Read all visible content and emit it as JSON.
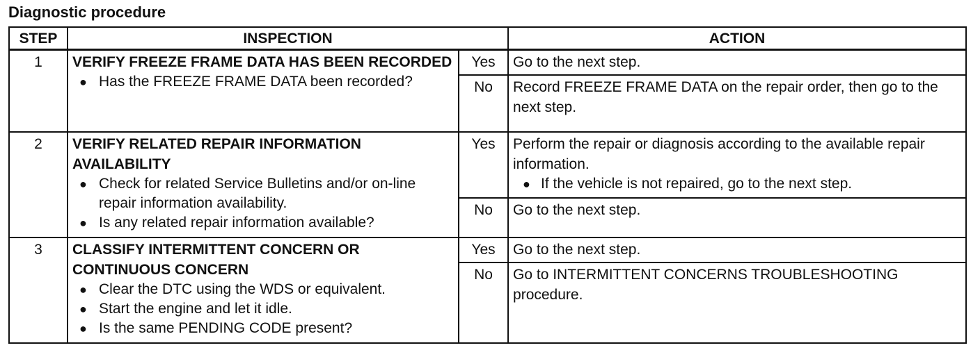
{
  "heading": "Diagnostic procedure",
  "columns": {
    "step": "STEP",
    "inspection": "INSPECTION",
    "action": "ACTION"
  },
  "steps": [
    {
      "number": "1",
      "title": "VERIFY FREEZE FRAME DATA HAS BEEN RECORDED",
      "bullets": [
        "Has the FREEZE FRAME DATA been recorded?"
      ],
      "yes": {
        "label": "Yes",
        "action": "Go to the next step."
      },
      "no": {
        "label": "No",
        "action": "Record FREEZE FRAME DATA on the repair order, then go to the next step."
      }
    },
    {
      "number": "2",
      "title": "VERIFY RELATED REPAIR INFORMATION AVAILABILITY",
      "bullets": [
        "Check for related Service Bulletins and/or on-line repair information availability.",
        "Is any related repair information available?"
      ],
      "yes": {
        "label": "Yes",
        "action": "Perform the repair or diagnosis according to the available repair information.",
        "sub_bullets": [
          "If the vehicle is not repaired, go to the next step."
        ]
      },
      "no": {
        "label": "No",
        "action": "Go to the next step."
      }
    },
    {
      "number": "3",
      "title": "CLASSIFY INTERMITTENT CONCERN OR CONTINUOUS CONCERN",
      "bullets": [
        "Clear the DTC using the WDS or equivalent.",
        "Start the engine and let it idle.",
        "Is the same PENDING CODE present?"
      ],
      "yes": {
        "label": "Yes",
        "action": "Go to the next step."
      },
      "no": {
        "label": "No",
        "action": "Go to INTERMITTENT CONCERNS TROUBLESHOOTING procedure."
      }
    }
  ]
}
